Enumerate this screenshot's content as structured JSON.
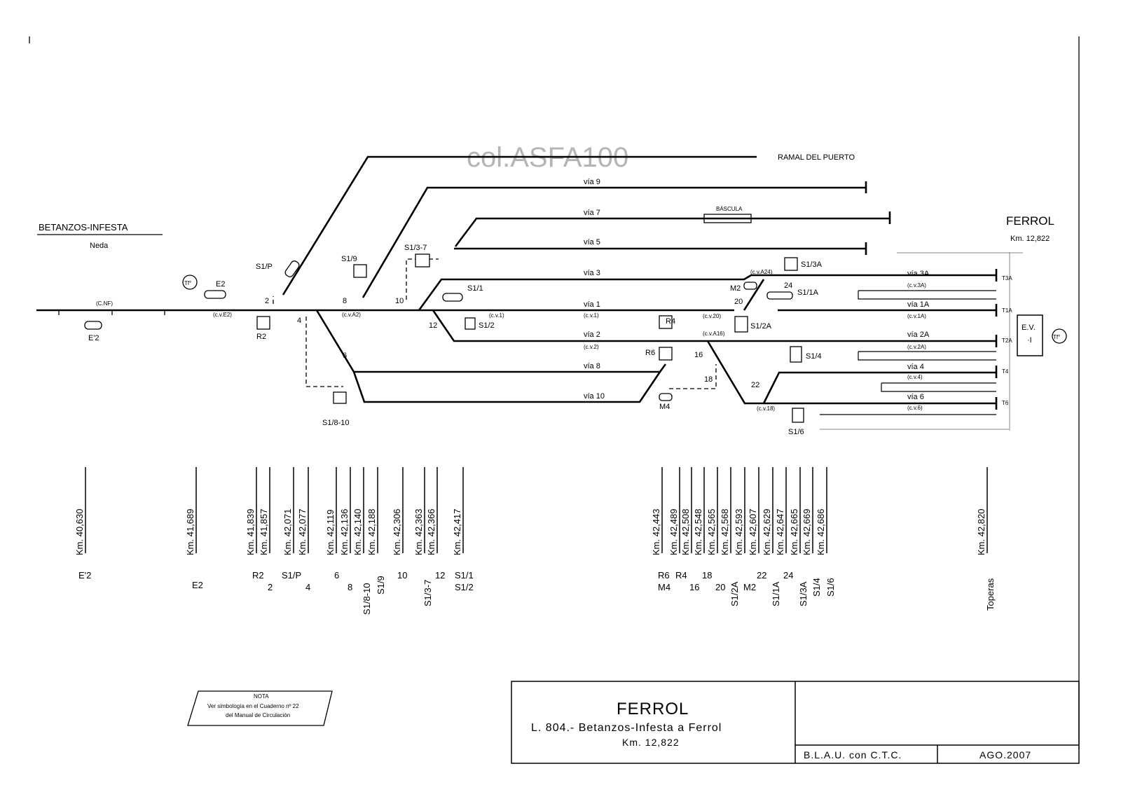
{
  "watermark": "col.ASFA100",
  "origin": {
    "name": "BETANZOS-INFESTA",
    "sub": "Neda"
  },
  "destination": {
    "name": "FERROL",
    "km": "Km. 12,822"
  },
  "branch_label": "RAMAL DEL PUERTO",
  "tracks": {
    "via9": "vía 9",
    "via7": "vía 7",
    "via5": "vía 5",
    "via3": "vía 3",
    "via1": "vía 1",
    "via2": "vía 2",
    "via8": "vía 8",
    "via10": "vía 10",
    "via3a": "vía 3A",
    "via1a": "vía 1A",
    "via2a": "vía 2A",
    "via4": "vía 4",
    "via6": "vía 6"
  },
  "bascula": "BÁSCULA",
  "cv": {
    "cnf": "(C.NF)",
    "e2": "(c.v.E2)",
    "a2": "(c.v.A2)",
    "cv1a": "(c.v.1)",
    "cv1b": "(c.v.1)",
    "cv2": "(c.v.2)",
    "cv20": "(c.v.20)",
    "a16": "(c.v.A16)",
    "a24": "(c.v.A24)",
    "cv3a": "(c.v.3A)",
    "cv1ab": "(c.v.1A)",
    "cv2a": "(c.v.2A)",
    "cv4": "(c.v.4)",
    "cv6": "(c.v.6)",
    "cv18": "(c.v.18)"
  },
  "signals": {
    "e2": "E2",
    "e2b": "E'2",
    "r2": "R2",
    "s1p": "S1/P",
    "s19": "S1/9",
    "s137": "S1/3-7",
    "s11": "S1/1",
    "s12": "S1/2",
    "s1810": "S1/8-10",
    "r4": "R4",
    "r6": "R6",
    "m4": "M4",
    "m2": "M2",
    "s13a": "S1/3A",
    "s11a": "S1/1A",
    "s12a": "S1/2A",
    "s14": "S1/4",
    "s16": "S1/6",
    "tf1": "Tf°",
    "tf2": "Tf°",
    "ev": "E.V.",
    "evi": "·I"
  },
  "switches": {
    "n2": "2",
    "n4": "4",
    "n6": "6",
    "n8": "8",
    "n10": "10",
    "n12": "12",
    "n16": "16",
    "n18": "18",
    "n20": "20",
    "n22": "22",
    "n24": "24"
  },
  "buffers": {
    "t3a": "T3A",
    "t1a": "T1A",
    "t2a": "T2A",
    "t4": "T4",
    "t6": "T6"
  },
  "km_markers": [
    "Km. 40,630",
    "Km. 41,689",
    "Km. 41,839",
    "Km. 41,857",
    "Km. 42,071",
    "Km. 42,077",
    "Km. 42,119",
    "Km. 42,136",
    "Km. 42,140",
    "Km. 42,188",
    "Km. 42,306",
    "Km. 42,363",
    "Km. 42,366",
    "Km. 42,417",
    "Km. 42,443",
    "Km. 42,489",
    "Km. 42,508",
    "Km. 42,548",
    "Km. 42,565",
    "Km. 42,568",
    "Km. 42,593",
    "Km. 42,607",
    "Km. 42,629",
    "Km. 42,647",
    "Km. 42,665",
    "Km. 42,669",
    "Km. 42,686",
    "Km. 42,820"
  ],
  "km_labels": {
    "e2b": "E'2",
    "e2": "E2",
    "r2": "R2",
    "n2": "2",
    "s1p": "S1/P",
    "n4": "4",
    "n6": "6",
    "n8": "8",
    "s1810": "S1/8-10",
    "s19": "S1/9",
    "n10": "10",
    "s137": "S1/3-7",
    "n12": "12",
    "s11": "S1/1",
    "s12": "S1/2",
    "r6": "R6",
    "m4": "M4",
    "r4": "R4",
    "n16": "16",
    "n18": "18",
    "n20": "20",
    "s12a": "S1/2A",
    "m2": "M2",
    "n22": "22",
    "s11a": "S1/1A",
    "n24": "24",
    "s13a": "S1/3A",
    "s14": "S1/4",
    "s16": "S1/6",
    "toperas": "Toperas"
  },
  "nota": {
    "title": "NOTA",
    "line1": "Ver simbología en el Cuaderno nº 22",
    "line2": "del Manual de Circulación"
  },
  "titleblock": {
    "station": "FERROL",
    "line": "L. 804.- Betanzos-Infesta a Ferrol",
    "km": "Km. 12,822",
    "system": "B.L.A.U. con C.T.C.",
    "date": "AGO.2007"
  }
}
